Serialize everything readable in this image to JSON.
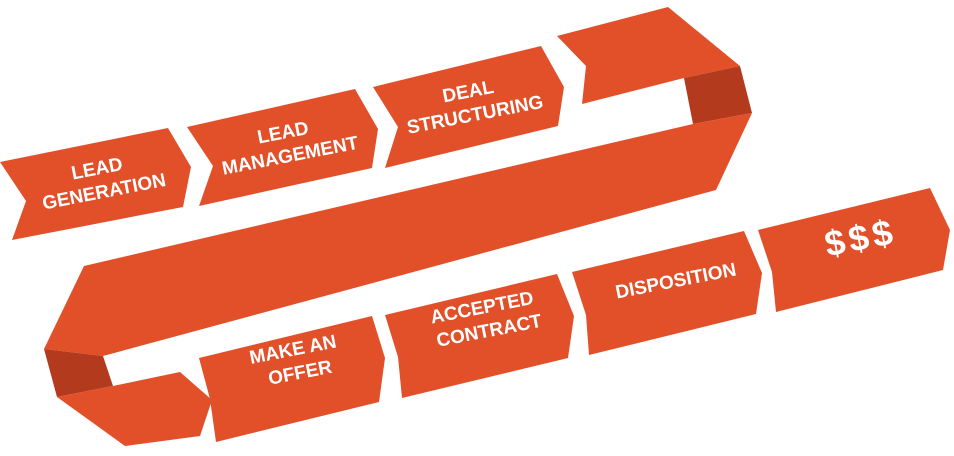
{
  "steps": {
    "lead_generation": [
      "LEAD",
      "GENERATION"
    ],
    "lead_management": [
      "LEAD",
      "MANAGEMENT"
    ],
    "deal_structuring": [
      "DEAL",
      "STRUCTURING"
    ],
    "make_an_offer": [
      "MAKE AN",
      "OFFER"
    ],
    "accepted_contract": [
      "ACCEPTED",
      "CONTRACT"
    ],
    "disposition": [
      "DISPOSITION"
    ],
    "money": [
      "$$$"
    ]
  },
  "colors": {
    "ribbon": "#e15029",
    "ribbon_fold": "#b33a1c",
    "text": "#ffffff"
  }
}
